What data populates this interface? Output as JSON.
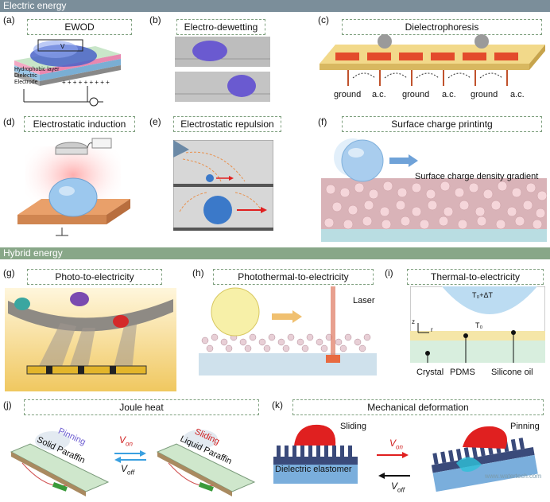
{
  "sections": {
    "electric": "Electric energy",
    "hybrid": "Hybrid energy"
  },
  "panels": {
    "a": {
      "label": "(a)",
      "title": "EWOD",
      "layers": [
        "Hydrophobic layer",
        "Dielectric",
        "Electrode"
      ],
      "voltage": "V"
    },
    "b": {
      "label": "(b)",
      "title": "Electro-dewetting"
    },
    "c": {
      "label": "(c)",
      "title": "Dielectrophoresis",
      "bottom_labels": [
        "ground",
        "a.c.",
        "ground",
        "a.c.",
        "ground",
        "a.c."
      ]
    },
    "d": {
      "label": "(d)",
      "title": "Electrostatic induction"
    },
    "e": {
      "label": "(e)",
      "title": "Electrostatic repulsion"
    },
    "f": {
      "label": "(f)",
      "title": "Surface charge printintg",
      "gradient": "Surface charge density gradient"
    },
    "g": {
      "label": "(g)",
      "title": "Photo-to-electricity"
    },
    "h": {
      "label": "(h)",
      "title": "Photothermal-to-electricity",
      "laser": "Laser"
    },
    "i": {
      "label": "(i)",
      "title": "Thermal-to-electricity",
      "temp_hot": "T₀+ΔT",
      "temp": "T₀",
      "axis_z": "z",
      "axis_r": "r",
      "labels": [
        "Crystal",
        "PDMS",
        "Silicone oil"
      ]
    },
    "j": {
      "label": "(j)",
      "title": "Joule heat",
      "pinning": "Pinning",
      "solid": "Solid Paraffin",
      "sliding": "Sliding",
      "liquid": "Liquid Paraffin",
      "von": "V",
      "von_sub": "on",
      "voff": "V",
      "voff_sub": "off"
    },
    "k": {
      "label": "(k)",
      "title": "Mechanical deformation",
      "sliding": "Sliding",
      "pinning": "Pinning",
      "dielectric": "Dielectric elastomer",
      "von": "V",
      "von_sub": "on",
      "voff": "V",
      "voff_sub": "off",
      "watermark": "www.watertech.com"
    }
  },
  "colors": {
    "electric_bar": "#7b8e9a",
    "hybrid_bar": "#88a788",
    "title_border": "#7fa07f",
    "droplet_blue": "#5b8ed8",
    "red": "#e02020"
  }
}
